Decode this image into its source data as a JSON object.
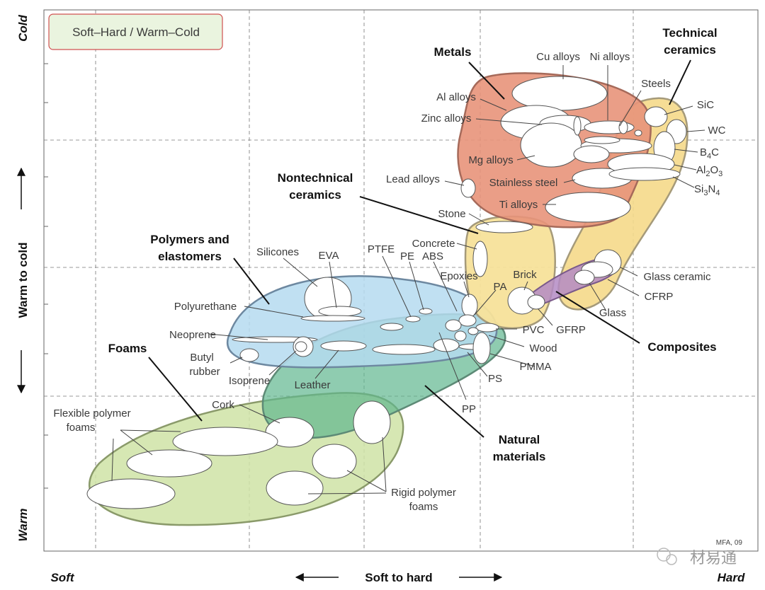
{
  "legend_box": "Soft–Hard / Warm–Cold",
  "axis": {
    "x_title": "Soft to hard",
    "x_min_label": "Soft",
    "x_max_label": "Hard",
    "y_title": "Warm to cold",
    "y_min_label": "Warm",
    "y_max_label": "Cold"
  },
  "credit": "MFA, 09",
  "watermark": "材易通",
  "groups": {
    "metals": "Metals",
    "technical_ceramics_1": "Technical",
    "technical_ceramics_2": "ceramics",
    "nontechnical_ceramics_1": "Nontechnical",
    "nontechnical_ceramics_2": "ceramics",
    "polymers_1": "Polymers and",
    "polymers_2": "elastomers",
    "foams": "Foams",
    "composites": "Composites",
    "natural_1": "Natural",
    "natural_2": "materials"
  },
  "materials": {
    "cu_alloys": "Cu alloys",
    "ni_alloys": "Ni alloys",
    "steels": "Steels",
    "al_alloys": "Al alloys",
    "zinc_alloys": "Zinc alloys",
    "mg_alloys": "Mg alloys",
    "lead_alloys": "Lead alloys",
    "stainless_steel": "Stainless steel",
    "ti_alloys": "Ti alloys",
    "sic": "SiC",
    "wc": "WC",
    "b4c_main": "B",
    "b4c_sub": "4",
    "b4c_end": "C",
    "al2o3_main": "Al",
    "al2o3_sub1": "2",
    "al2o3_mid": "O",
    "al2o3_sub2": "3",
    "si3n4_main": "Si",
    "si3n4_sub1": "3",
    "si3n4_mid": "N",
    "si3n4_sub2": "4",
    "stone": "Stone",
    "concrete": "Concrete",
    "brick": "Brick",
    "glass_ceramic": "Glass ceramic",
    "cfrp": "CFRP",
    "glass": "Glass",
    "gfrp": "GFRP",
    "silicones": "Silicones",
    "eva": "EVA",
    "ptfe": "PTFE",
    "pe": "PE",
    "abs": "ABS",
    "epoxies": "Epoxies",
    "pa": "PA",
    "pvc": "PVC",
    "wood": "Wood",
    "pmma": "PMMA",
    "ps": "PS",
    "pp": "PP",
    "polyurethane": "Polyurethane",
    "neoprene": "Neoprene",
    "butyl_1": "Butyl",
    "butyl_2": "rubber",
    "isoprene": "Isoprene",
    "leather": "Leather",
    "cork": "Cork",
    "flexible_1": "Flexible polymer",
    "flexible_2": "foams",
    "rigid_1": "Rigid polymer",
    "rigid_2": "foams"
  },
  "colors": {
    "metals": "#e8937a",
    "technical_ceramics": "#f5d98a",
    "nontechnical_ceramics": "#f7e19a",
    "polymers": "#bfe0f2",
    "natural": "#7ec7a6",
    "foams": "#cfe3a6",
    "composites": "#b48bc4",
    "legend_box_fill": "#eaf4df",
    "legend_box_stroke": "#d05050"
  }
}
